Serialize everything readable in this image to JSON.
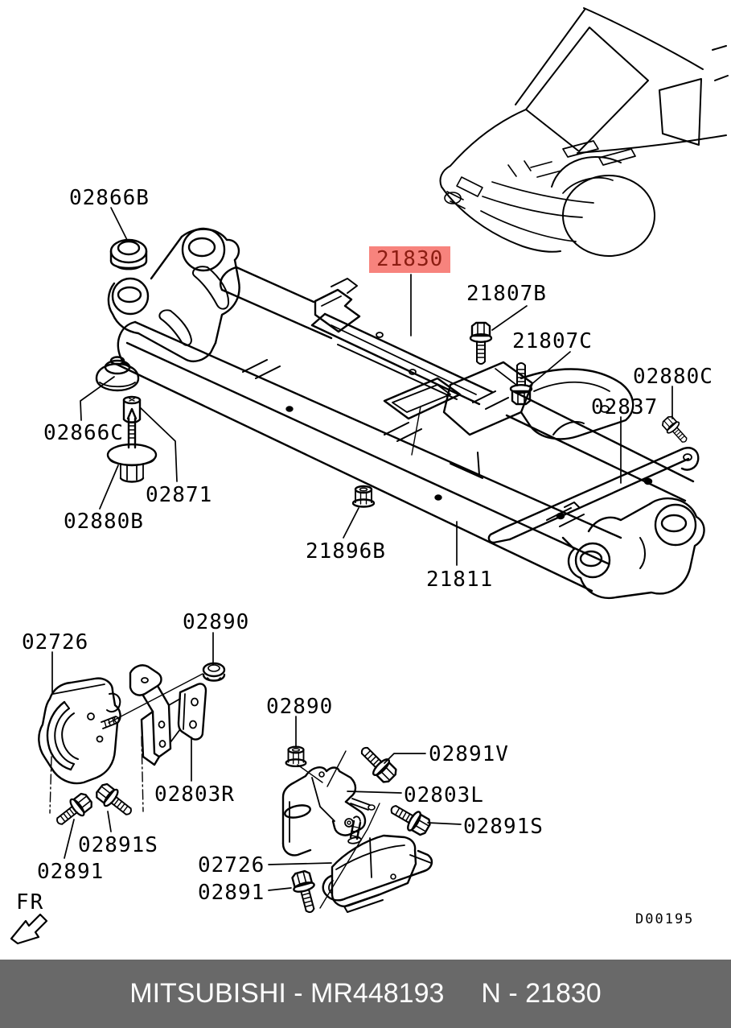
{
  "diagram": {
    "title_part_highlighted": "21830",
    "part_labels": [
      {
        "id": "02866B",
        "text": "02866B"
      },
      {
        "id": "21830",
        "text": "21830",
        "highlighted": true
      },
      {
        "id": "21807B",
        "text": "21807B"
      },
      {
        "id": "21807C",
        "text": "21807C"
      },
      {
        "id": "02880C",
        "text": "02880C"
      },
      {
        "id": "02837",
        "text": "02837"
      },
      {
        "id": "02866C",
        "text": "02866C"
      },
      {
        "id": "02871",
        "text": "02871"
      },
      {
        "id": "02880B",
        "text": "02880B"
      },
      {
        "id": "21896B",
        "text": "21896B"
      },
      {
        "id": "21811",
        "text": "21811"
      },
      {
        "id": "02890-left",
        "text": "02890"
      },
      {
        "id": "02726-left",
        "text": "02726"
      },
      {
        "id": "02803R",
        "text": "02803R"
      },
      {
        "id": "02891S-left",
        "text": "02891S"
      },
      {
        "id": "02891-left",
        "text": "02891"
      },
      {
        "id": "02890-mid",
        "text": "02890"
      },
      {
        "id": "02891V",
        "text": "02891V"
      },
      {
        "id": "02803L",
        "text": "02803L"
      },
      {
        "id": "02891S-right",
        "text": "02891S"
      },
      {
        "id": "02726-bottom",
        "text": "02726"
      },
      {
        "id": "02891-bottom",
        "text": "02891"
      }
    ],
    "direction_indicator": "FR",
    "drawing_number": "D00195"
  },
  "footer": {
    "brand_part": "MITSUBISHI - MR448193",
    "catalog_ref": "N - 21830"
  },
  "colors": {
    "highlight_bg": "#f7837d",
    "highlight_text": "#8c1d12",
    "footer_bg": "#696969",
    "footer_text": "#fdfdfd",
    "line": "#000000"
  }
}
